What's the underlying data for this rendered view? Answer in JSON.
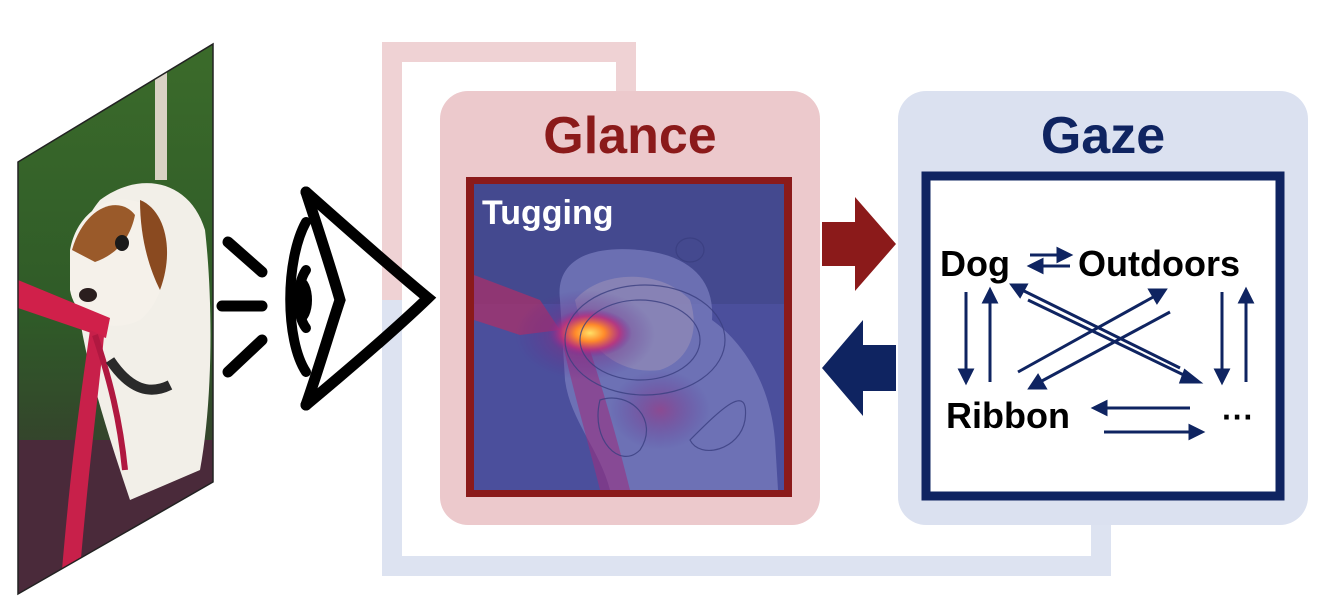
{
  "glance": {
    "title": "Glance",
    "action_label": "Tugging",
    "color": "#8b1a1a",
    "bg": "#ecc9cc"
  },
  "gaze": {
    "title": "Gaze",
    "color": "#0f2461",
    "bg": "#dbe1f0",
    "nodes": {
      "dog": "Dog",
      "outdoors": "Outdoors",
      "ribbon": "Ribbon",
      "more": "···"
    }
  },
  "icons": {
    "input_image": "beagle-puppy-tugging-red-ribbon-photo",
    "eye": "eye-icon",
    "heatmap": "attention-heatmap-overlay"
  }
}
